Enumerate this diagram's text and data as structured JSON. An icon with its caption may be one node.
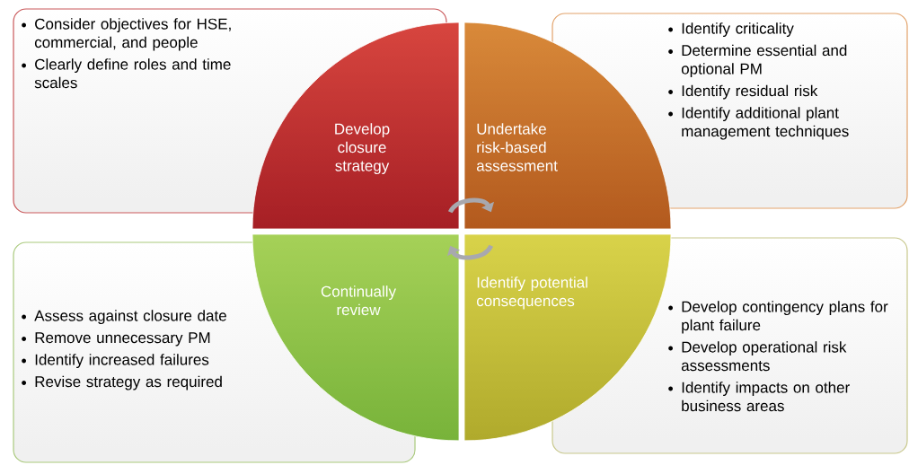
{
  "diagram": {
    "nodes": [
      {
        "text": [
          "Develop closure strategy"
        ]
      },
      {
        "text": [
          "Undertake risk-based assessment"
        ]
      },
      {
        "text": [
          "Continually review"
        ]
      },
      {
        "text": [
          "Identify potential consequences"
        ]
      },
      {
        "text": [
          "Consider objectives for HSE, commercial, and people",
          "Clearly define roles and time scales"
        ]
      },
      {
        "text": [
          "Identify criticality",
          "Determine essential and optional PM",
          "Identify residual risk",
          "Identify additional plant management techniques"
        ]
      },
      {
        "text": [
          "Assess against closure date",
          "Remove unnecessary PM",
          "Identify increased failures",
          "Revise strategy as required"
        ]
      },
      {
        "text": [
          "Develop contingency plans for plant failure",
          "Develop operational risk assessments",
          "Identify impacts on other business areas"
        ]
      }
    ],
    "edges": [
      {
        "from": 0,
        "to": 1,
        "arrow": "to"
      },
      {
        "from": 3,
        "to": 2,
        "arrow": "to"
      }
    ]
  }
}
